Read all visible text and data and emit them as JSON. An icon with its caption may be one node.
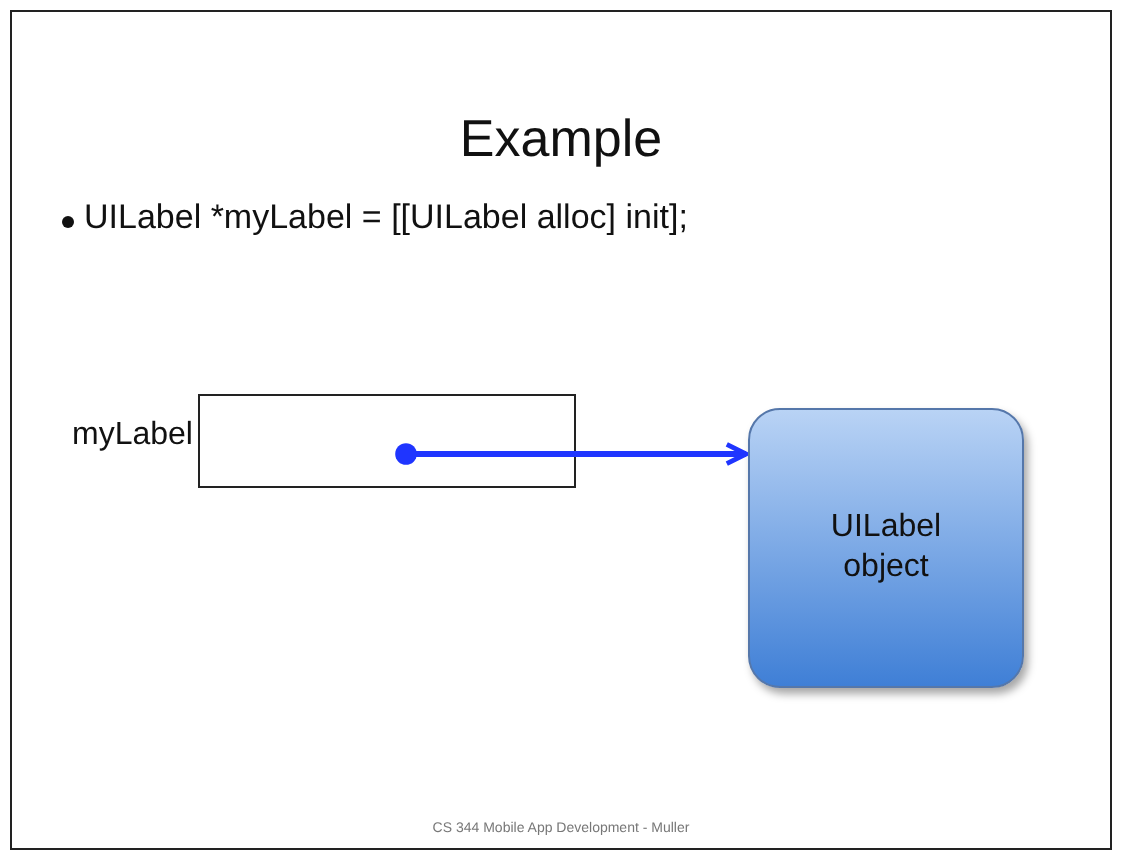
{
  "diagram": {
    "title": "Example",
    "nodes": [
      {
        "text": [],
        "shape": "box",
        "beside": [
          "myLabel"
        ]
      },
      {
        "text": [
          "UILabel object"
        ]
      }
    ],
    "edges": [
      {
        "from": 0,
        "to": 1,
        "arrow": "to"
      }
    ],
    "labels": [
      "UILabel *myLabel = [[UILabel alloc] init];",
      "CS 344 Mobile App Development - Muller"
    ]
  }
}
